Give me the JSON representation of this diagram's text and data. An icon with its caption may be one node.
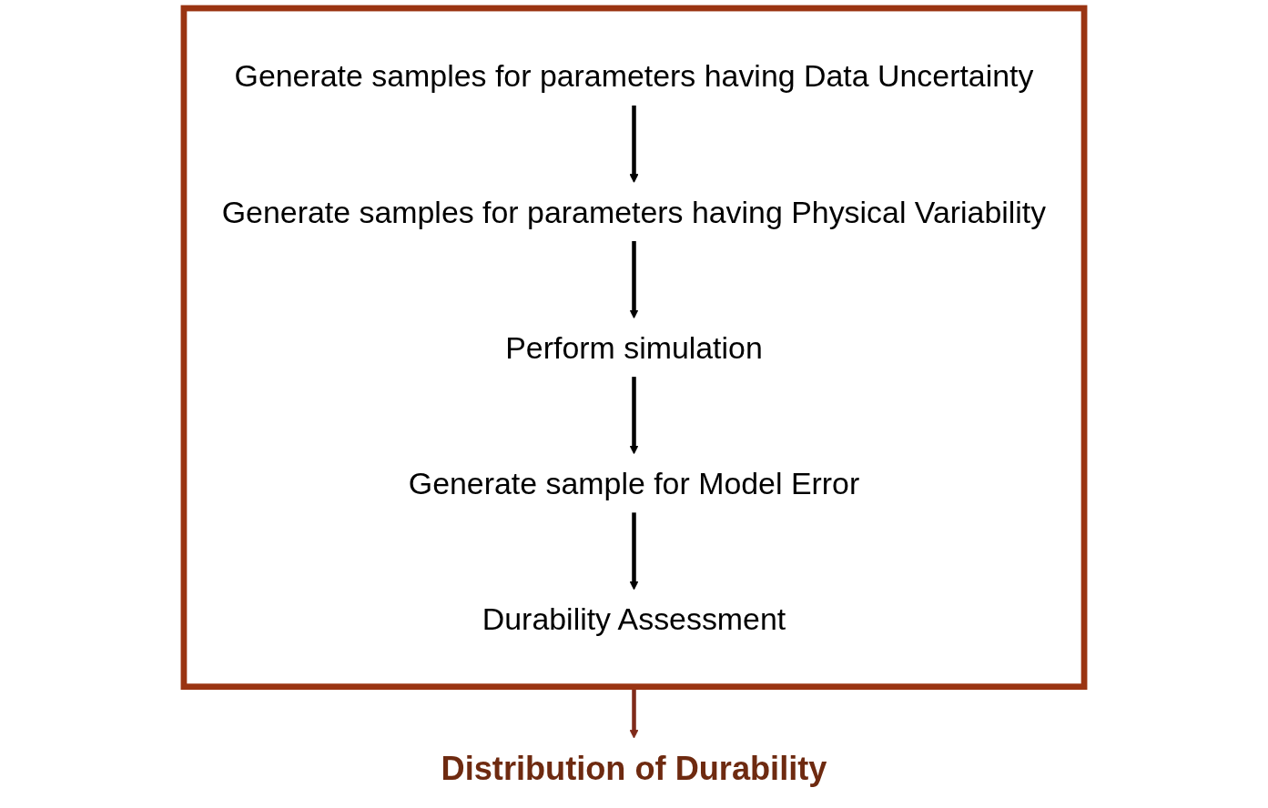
{
  "diagram": {
    "nodes": [
      {
        "text": [],
        "shape": "box"
      },
      {
        "text": [
          "Generate samples for parameters having Data Uncertainty"
        ],
        "in": 0
      },
      {
        "text": [
          "Generate samples for parameters having Physical Variability"
        ],
        "in": 0
      },
      {
        "text": [
          "Perform simulation"
        ],
        "in": 0
      },
      {
        "text": [
          "Generate sample for Model Error"
        ],
        "in": 0
      },
      {
        "text": [
          "Durability Assessment"
        ],
        "in": 0
      },
      {
        "text": [
          "Distribution of Durability"
        ]
      }
    ],
    "edges": [
      {
        "from": 1,
        "to": 2,
        "arrow": "to"
      },
      {
        "from": 2,
        "to": 3,
        "arrow": "to"
      },
      {
        "from": 3,
        "to": 4,
        "arrow": "to"
      },
      {
        "from": 4,
        "to": 5,
        "arrow": "to"
      },
      {
        "from": 0,
        "to": 6,
        "arrow": "to",
        "color": "#7f2a1a"
      }
    ]
  }
}
